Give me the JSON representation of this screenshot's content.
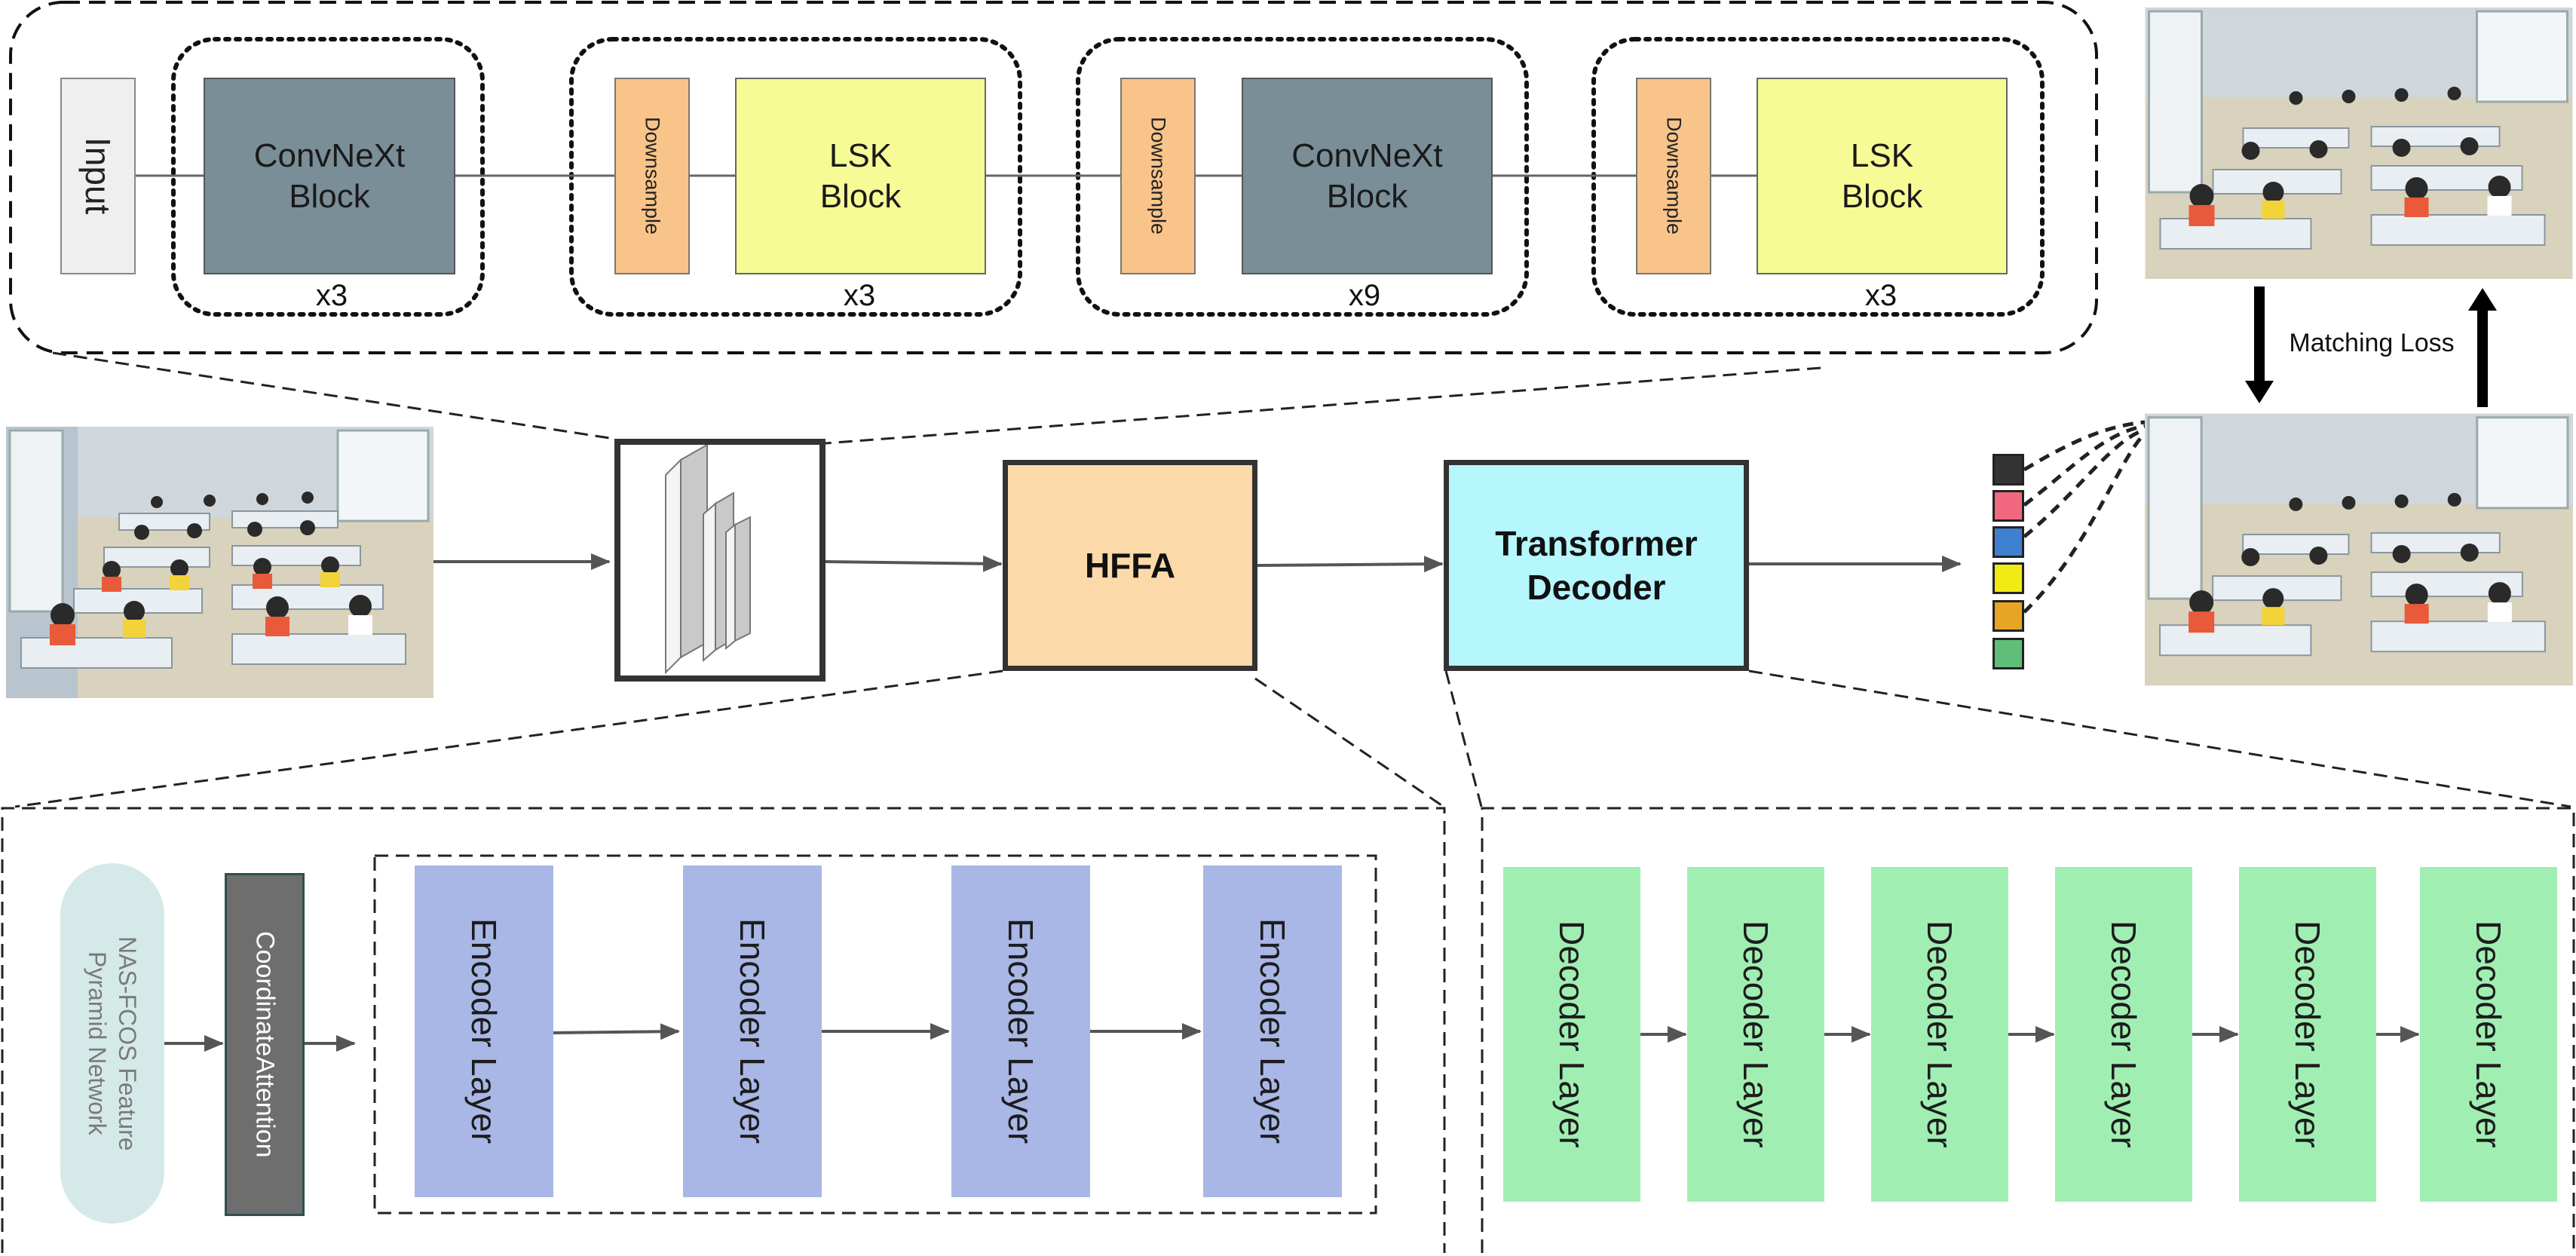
{
  "backbone": {
    "input_label": "Input",
    "stages": [
      {
        "downsample": "",
        "block": "ConvNeXt\nBlock",
        "repeat": "x3"
      },
      {
        "downsample": "Downsample",
        "block": "LSK\nBlock",
        "repeat": "x3"
      },
      {
        "downsample": "Downsample",
        "block": "ConvNeXt\nBlock",
        "repeat": "x9"
      },
      {
        "downsample": "Downsample",
        "block": "LSK\nBlock",
        "repeat": "x3"
      }
    ]
  },
  "pipeline": {
    "hffa_label": "HFFA",
    "decoder_label": "Transformer\nDecoder",
    "matching_loss_label": "Matching Loss",
    "query_colors": [
      "#333333",
      "#f2697f",
      "#3f7fd0",
      "#f2ea14",
      "#e8a424",
      "#5fbf7a"
    ]
  },
  "hffa_detail": {
    "pyramid_label": "NAS-FCOS Feature\nPyramid Network",
    "attention_label": "CoordinateAttention",
    "encoder_layers": [
      "Encoder Layer",
      "Encoder Layer",
      "Encoder Layer",
      "Encoder Layer"
    ]
  },
  "decoder_detail": {
    "decoder_layers": [
      "Decoder Layer",
      "Decoder Layer",
      "Decoder Layer",
      "Decoder Layer",
      "Decoder Layer",
      "Decoder Layer"
    ]
  },
  "colors": {
    "convnext": "#7a8e97",
    "lsk": "#f6fb95",
    "downsample": "#f9c489",
    "hffa": "#fcd9a8",
    "transformer_decoder": "#b6f6fd",
    "encoder": "#a9b7e6",
    "decoder": "#a1eeb3",
    "pyramid": "#d5e9e9",
    "coordinate_attention": "#6e6e6e"
  }
}
